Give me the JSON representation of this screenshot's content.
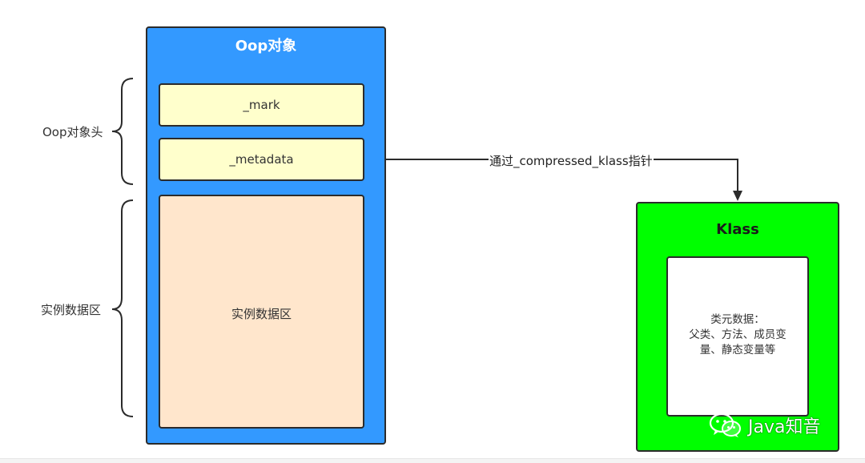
{
  "oop_box": {
    "title": "Oop对象",
    "color": "#3399ff",
    "fields": [
      {
        "label": "_mark",
        "color": "#ffffcc"
      },
      {
        "label": "_metadata",
        "color": "#ffffcc"
      },
      {
        "label": "实例数据区",
        "color": "#ffe6cc"
      }
    ]
  },
  "brackets": {
    "header_label": "Oop对象头",
    "instance_label": "实例数据区"
  },
  "arrow": {
    "label": "通过_compressed_klass指针"
  },
  "klass_box": {
    "title": "Klass",
    "color": "#00ff00",
    "content_lines": [
      "类元数据：",
      "父类、方法、成员变",
      "量、静态变量等"
    ]
  },
  "watermark": {
    "icon": "wechat-icon",
    "text": "Java知音"
  }
}
